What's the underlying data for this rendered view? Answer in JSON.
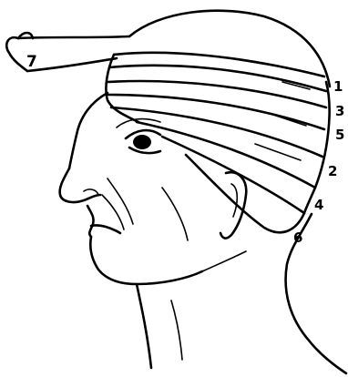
{
  "figure": {
    "ink_color": "#000000",
    "background_color": "#ffffff",
    "subject": "head-bandage-line-drawing",
    "callouts": [
      {
        "key": "c1",
        "label": "1"
      },
      {
        "key": "c2",
        "label": "2"
      },
      {
        "key": "c3",
        "label": "3"
      },
      {
        "key": "c4",
        "label": "4"
      },
      {
        "key": "c5",
        "label": "5"
      },
      {
        "key": "c6",
        "label": "6"
      },
      {
        "key": "c7",
        "label": "7"
      }
    ]
  }
}
